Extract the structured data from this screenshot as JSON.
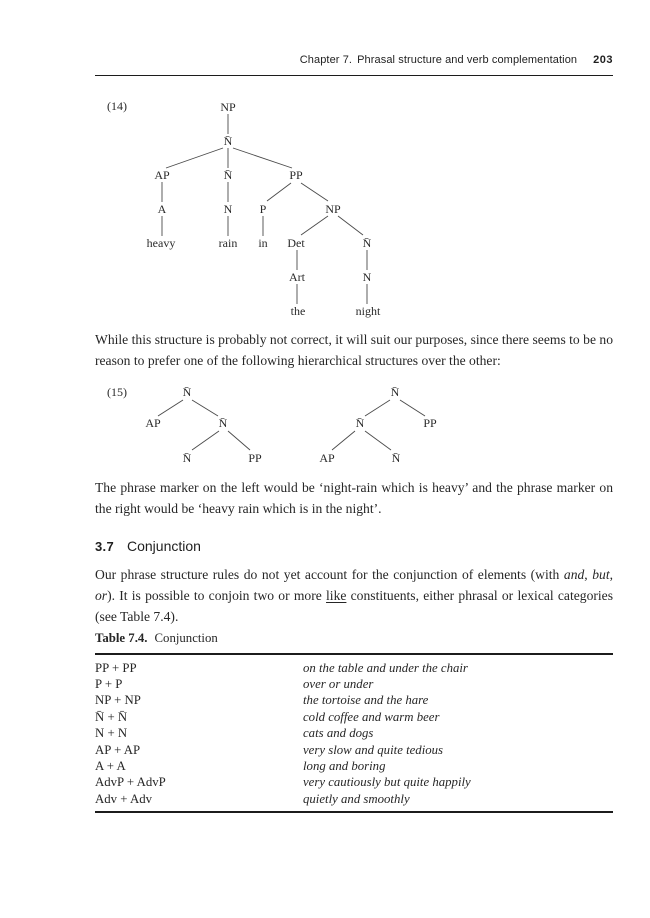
{
  "header": {
    "chapter": "Chapter 7.",
    "title": "Phrasal structure and verb complementation",
    "page": "203"
  },
  "example14": {
    "label": "(14)",
    "nodes": {
      "np1": "NP",
      "nbar1": "N̄",
      "ap": "AP",
      "nbar2": "N̄",
      "pp": "PP",
      "a": "A",
      "n1": "N",
      "p": "P",
      "np2": "NP",
      "heavy": "heavy",
      "rain": "rain",
      "in": "in",
      "det": "Det",
      "nbar3": "N̄",
      "art": "Art",
      "n2": "N",
      "the": "the",
      "night": "night"
    }
  },
  "para1": "While this structure is probably not correct, it will suit our purposes, since there seems to be no reason to prefer one of the following hierarchical structures over the other:",
  "example15": {
    "label": "(15)",
    "left": {
      "top": "N̄",
      "ap": "AP",
      "mid": "N̄",
      "bot": "N̄",
      "pp": "PP"
    },
    "right": {
      "top": "N̄",
      "mid": "N̄",
      "pp": "PP",
      "ap": "AP",
      "bot": "N̄"
    }
  },
  "para2": "The phrase marker on the left would be ‘night-rain which is heavy’ and the phrase marker on the right would be ‘heavy rain which is in the night’.",
  "section": {
    "number": "3.7",
    "title": "Conjunction"
  },
  "para3": {
    "t1": "Our phrase structure rules do not yet account for the conjunction of elements (with ",
    "i1": "and",
    "t2": ", ",
    "i2": "but",
    "t3": ", ",
    "i3": "or",
    "t4": "). It is possible to conjoin two or more ",
    "u1": "like",
    "t5": " constituents, either phrasal or lexical categories (see Table 7.4)."
  },
  "table": {
    "caption_label": "Table 7.4.",
    "caption_title": "Conjunction",
    "rows": [
      {
        "left": "PP + PP",
        "right": "on the table and under the chair"
      },
      {
        "left": "P + P",
        "right": "over or under"
      },
      {
        "left": "NP + NP",
        "right": "the tortoise and the hare"
      },
      {
        "left": "N̄ + N̄",
        "right": "cold coffee and warm beer"
      },
      {
        "left": "N + N",
        "right": "cats and dogs"
      },
      {
        "left": "AP + AP",
        "right": "very slow and quite tedious"
      },
      {
        "left": "A + A",
        "right": "long and boring"
      },
      {
        "left": "AdvP + AdvP",
        "right": "very cautiously but quite happily"
      },
      {
        "left": "Adv + Adv",
        "right": "quietly and smoothly"
      }
    ]
  }
}
